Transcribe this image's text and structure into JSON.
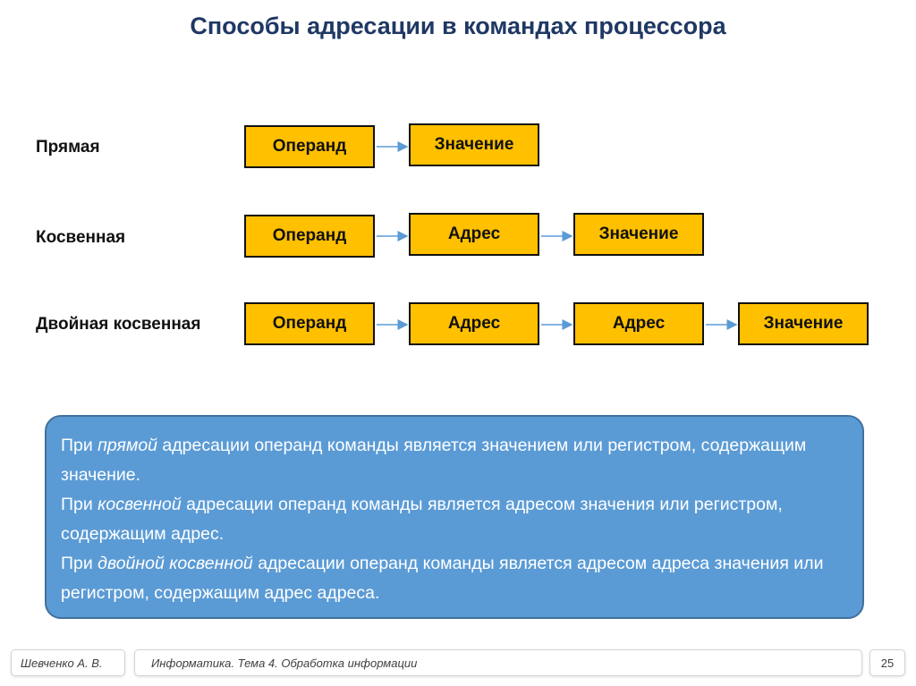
{
  "title": "Способы адресации в командах процессора",
  "rows": [
    {
      "label": "Прямая",
      "boxes": [
        "Операнд",
        "Значение"
      ]
    },
    {
      "label": "Косвенная",
      "boxes": [
        "Операнд",
        "Адрес",
        "Значение"
      ]
    },
    {
      "label": "Двойная косвенная",
      "boxes": [
        "Операнд",
        "Адрес",
        "Адрес",
        "Значение"
      ]
    }
  ],
  "note": {
    "lines": [
      {
        "pre": "При ",
        "em": "прямой",
        "post": " адресации операнд команды является значением или регистром, содержащим значение."
      },
      {
        "pre": "При ",
        "em": "косвенной",
        "post": " адресации операнд команды является адресом значения или регистром, содержащим адрес."
      },
      {
        "pre": "При ",
        "em": "двойной косвенной",
        "post": " адресации операнд команды является адресом адреса значения или регистром, содержащим адрес адреса."
      }
    ]
  },
  "footer": {
    "author": "Шевченко А. В.",
    "course": "Информатика. Тема 4. Обработка информации",
    "page": "25"
  },
  "colors": {
    "title": "#1f3864",
    "box_fill": "#ffc000",
    "arrow": "#5b9bd5",
    "note_fill": "#5b9bd5"
  }
}
